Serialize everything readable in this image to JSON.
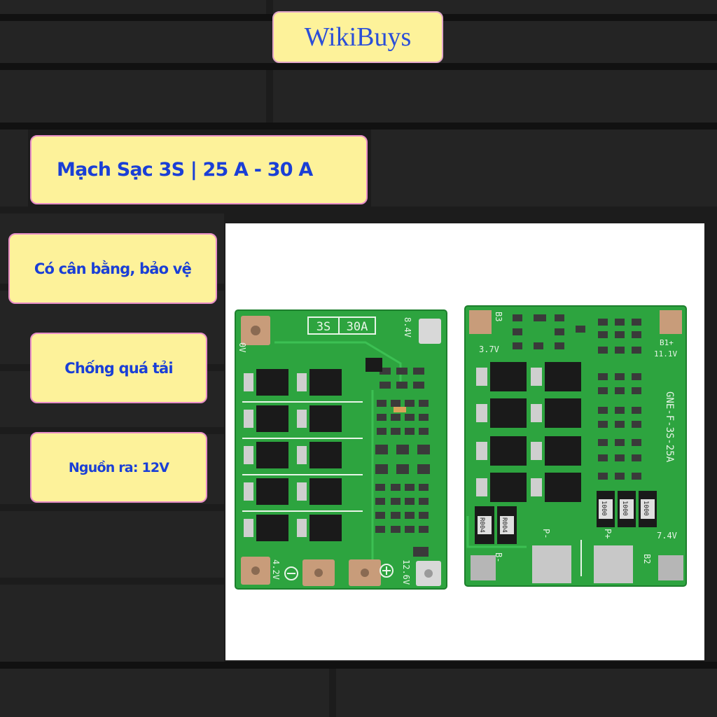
{
  "brand": {
    "name": "WikiBuys"
  },
  "labels": {
    "title": "Mạch Sạc 3S | 25 A - 30 A",
    "feature_balance": "Có cân bằng, bảo vệ",
    "feature_overload": "Chống quá tải",
    "feature_output": "Nguồn ra: 12V"
  },
  "board_left": {
    "model": "3S",
    "current": "30A",
    "v_top": "8.4V",
    "v_left": "0V",
    "v_bottom_left": "4.2V",
    "v_bottom_right": "12.6V"
  },
  "board_right": {
    "b3": "B3",
    "v37": "3.7V",
    "b1": "B1+",
    "v111": "11.1V",
    "model": "GNE-F-3S-25A",
    "res1": "R004",
    "res2": "R004",
    "res3": "1000",
    "res4": "1000",
    "res5": "1000",
    "p_minus": "P-",
    "p_plus": "P+",
    "b_minus": "B-",
    "b2": "B2",
    "v74": "7.4V"
  },
  "colors": {
    "pcb": "#2da43f",
    "pcb_dark": "#1d7f2d",
    "tag_fill": "#fdf29a",
    "tag_border": "#e88ec8",
    "tag_text": "#1a3fd6"
  }
}
